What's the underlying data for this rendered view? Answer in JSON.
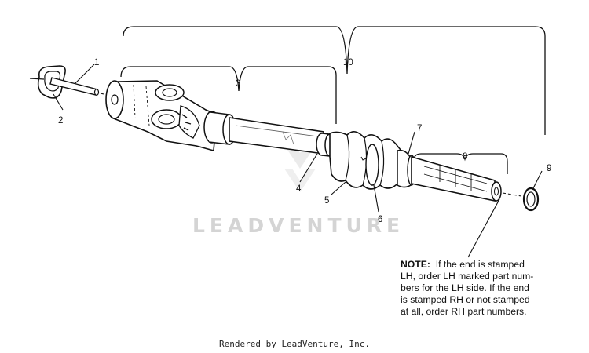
{
  "watermark": "LEADVENTURE",
  "callouts": {
    "c1": "1",
    "c2": "2",
    "c3": "3",
    "c4": "4",
    "c5": "5",
    "c6": "6",
    "c7": "7",
    "c8": "8",
    "c9": "9",
    "c10": "10"
  },
  "note": {
    "heading": "NOTE:",
    "line1_rest": "If the end is stamped",
    "line2": "LH, order LH marked part num-",
    "line3": "bers for the LH side.  If the end",
    "line4": "is stamped RH or not stamped",
    "line5": "at all, order RH part numbers."
  },
  "footer": "Rendered by LeadVenture, Inc."
}
